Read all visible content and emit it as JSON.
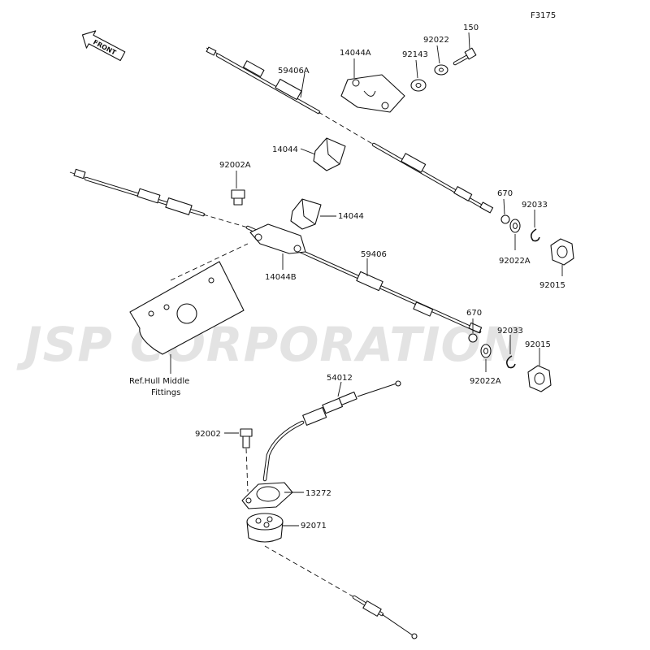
{
  "diagram": {
    "code": "F3175",
    "front_label": "FRONT",
    "watermark": "JSP CORPORATION",
    "parts": {
      "p150": "150",
      "p92022": "92022",
      "p14044A": "14044A",
      "p92143": "92143",
      "p59406A": "59406A",
      "p14044_top": "14044",
      "p92002A": "92002A",
      "p14044_mid": "14044",
      "p14044B": "14044B",
      "p59406": "59406",
      "p670_top": "670",
      "p92033_top": "92033",
      "p92022A_top": "92022A",
      "p92015_top": "92015",
      "p670_bot": "670",
      "p92033_bot": "92033",
      "p92015_bot": "92015",
      "p92022A_bot": "92022A",
      "p54012": "54012",
      "p92002": "92002",
      "p13272": "13272",
      "p92071": "92071"
    },
    "ref_line1": "Ref.Hull Middle",
    "ref_line2": "Fittings"
  }
}
